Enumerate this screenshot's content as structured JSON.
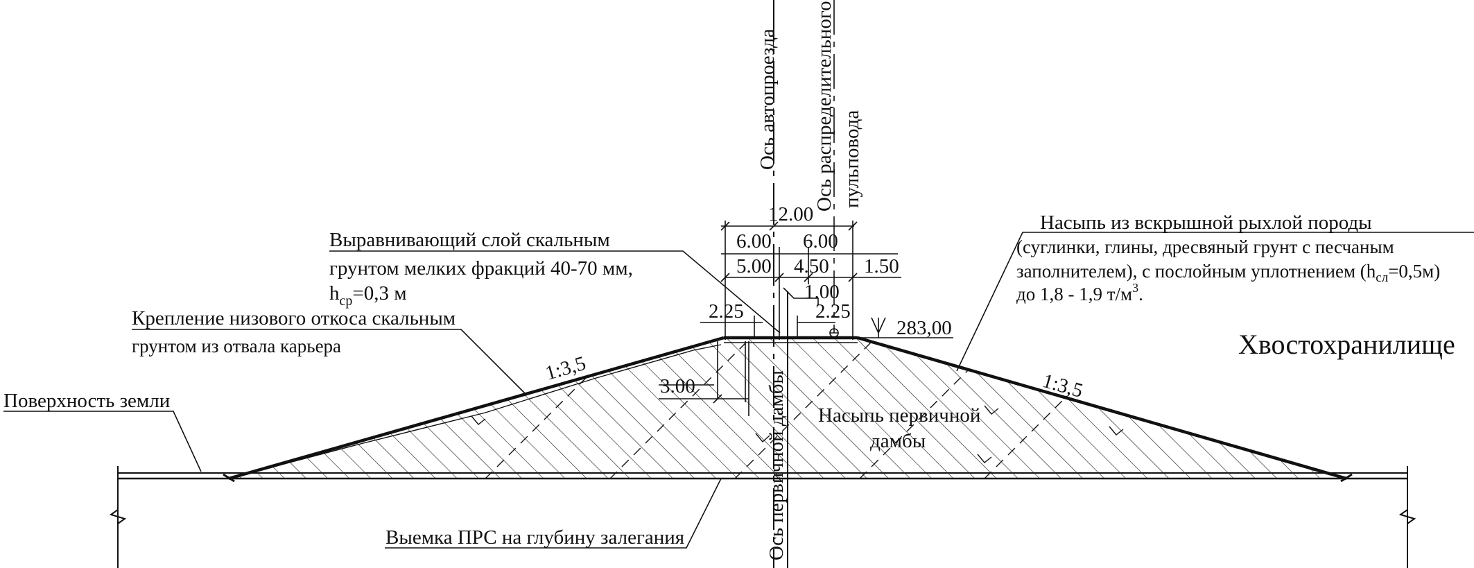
{
  "axes": {
    "road_axis": "Ось автопроезда",
    "pipeline_axis_line1": "Ось распределительного",
    "pipeline_axis_line2": "пульповода",
    "dam_axis": "Ось первичной дамбы"
  },
  "dimensions": {
    "total_width": "12.00",
    "left_half": "6.00",
    "right_half": "6.00",
    "left_road": "5.00",
    "right_road": "4.50",
    "pipe_offset": "1.00",
    "right_edge": "1.50",
    "left_shoulder": "2.25",
    "right_shoulder": "2.25",
    "crest_elevation": "283,00",
    "dam_height": "3.00",
    "left_slope": "1:3,5",
    "right_slope": "1:3,5"
  },
  "labels": {
    "leveling_layer_line1": "Выравнивающий слой скальным",
    "leveling_layer_line2": "грунтом мелких фракций 40-70 мм,",
    "leveling_layer_h": "h",
    "leveling_layer_h_sub": "ср",
    "leveling_layer_h_value": "=0,3 м",
    "slope_protection_line1": "Крепление низового откоса скальным",
    "slope_protection_line2": "грунтом из отвала карьера",
    "ground_surface": "Поверхность земли",
    "topsoil_removal": "Выемка ПРС на глубину залегания",
    "fill_line1": "Насыпь из вскрышной рыхлой породы",
    "fill_line2": "(суглинки, глины, дресвяный грунт с песчаным",
    "fill_line3a": "заполнителем), с послойным уплотнением (h",
    "fill_line3_sub": "сл",
    "fill_line3b": "=0,5м)",
    "fill_line4": "до 1,8 - 1,9 т/м",
    "fill_line4_sup": "3",
    "fill_line4_end": ".",
    "dam_body_line1": "Насыпь первичной",
    "dam_body_line2": "дамбы",
    "tailings": "Хвостохранилище"
  }
}
